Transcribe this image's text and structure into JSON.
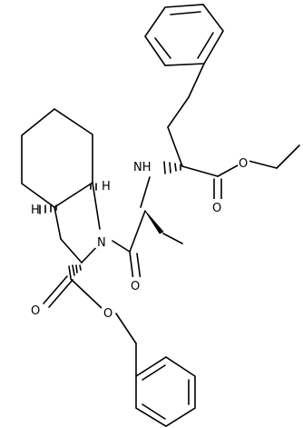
{
  "molecule": {
    "colors": {
      "bond": "#000000",
      "background": "#ffffff"
    },
    "atom_labels": [
      {
        "id": "nh",
        "text": "NH"
      },
      {
        "id": "n1",
        "text": "N"
      },
      {
        "id": "o_ester_ethyl",
        "text": "O"
      },
      {
        "id": "o_carbonyl_ethyl",
        "text": "O"
      },
      {
        "id": "o_amide",
        "text": "O"
      },
      {
        "id": "o_carbonyl_benzyl",
        "text": "O"
      },
      {
        "id": "o_ester_benzyl",
        "text": "O"
      },
      {
        "id": "h_3a",
        "text": "H"
      },
      {
        "id": "h_7a",
        "text": "H"
      }
    ]
  }
}
